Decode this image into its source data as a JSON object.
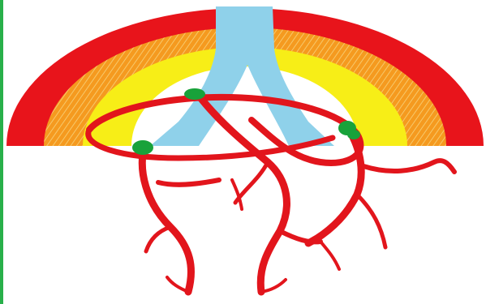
{
  "diagram": {
    "layers": [
      {
        "name": "outer-layer",
        "color": "#e8141b"
      },
      {
        "name": "second-layer",
        "color": "#f59a1f",
        "pattern": "hatched"
      },
      {
        "name": "third-layer",
        "color": "#f7ee17"
      },
      {
        "name": "central-structure",
        "color": "#8fd1ea"
      }
    ],
    "vessels": {
      "color": "#e2151c"
    },
    "nodes": {
      "color": "#18a23a",
      "count": 4
    },
    "border_color": "#28b04a",
    "labels": []
  }
}
